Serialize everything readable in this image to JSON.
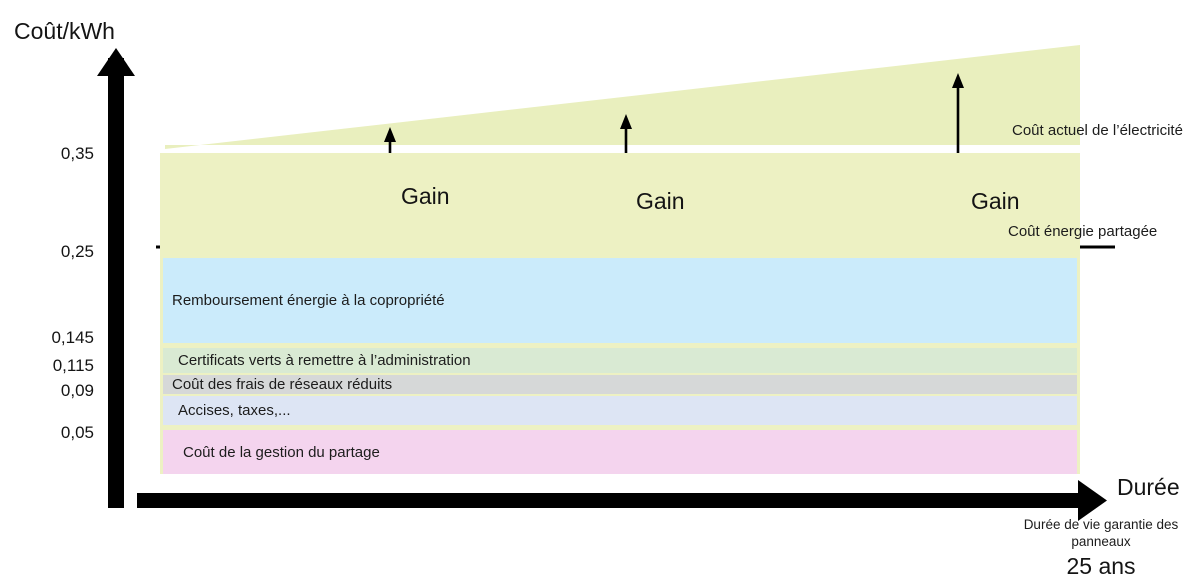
{
  "chart_data": {
    "type": "area",
    "title": "",
    "ylabel": "Coût/kWh",
    "xlabel": "Durée",
    "ylim": [
      0,
      0.42
    ],
    "grid": false,
    "legend_position": "right-inline",
    "tick_labels": [
      "0,35",
      "0,25",
      "0,145",
      "0,115",
      "0,09",
      "0,05"
    ],
    "tick_values": [
      0.35,
      0.25,
      0.145,
      0.115,
      0.09,
      0.05
    ],
    "x_axis_extent_label": "25 ans",
    "annotations": [
      "Coût actuel de l’électricité",
      "Coût énergie partagée",
      "Durée de vie garantie des panneaux"
    ],
    "series": [
      {
        "name": "Coût actuel de l’électricité",
        "type": "wedge",
        "color": "#e9efbe",
        "y_start": 0.355,
        "y_end": 0.42,
        "note": "Sloped band rising left to right above the shared-energy cost line"
      },
      {
        "name": "Coût énergie partagée",
        "type": "band",
        "color": "#edf1c3",
        "y_top": 0.35,
        "y_bottom": 0.25
      },
      {
        "name": "Remboursement énergie à la copropriété",
        "type": "band",
        "color": "#cbebfb",
        "y_top": 0.25,
        "y_bottom": 0.145
      },
      {
        "name": "Certificats verts à remettre à l’administration",
        "type": "band",
        "color": "#d9ead3",
        "y_top": 0.145,
        "y_bottom": 0.115
      },
      {
        "name": "Coût des frais de réseaux réduits",
        "type": "band",
        "color": "#d6d8d8",
        "y_top": 0.115,
        "y_bottom": 0.09
      },
      {
        "name": "Accises, taxes,...",
        "type": "band",
        "color": "#dde5f4",
        "y_top": 0.09,
        "y_bottom": 0.05
      },
      {
        "name": "Coût de la gestion du partage",
        "type": "band",
        "color": "#f4d4ee",
        "y_top": 0.05,
        "y_bottom": 0.0
      }
    ],
    "gain_markers": [
      {
        "label": "Gain",
        "x_fraction": 0.25
      },
      {
        "label": "Gain",
        "x_fraction": 0.51
      },
      {
        "label": "Gain",
        "x_fraction": 0.87
      }
    ]
  },
  "axes": {
    "y_title": "Coût/kWh",
    "x_title": "Durée"
  },
  "ticks": [
    {
      "label": "0,35"
    },
    {
      "label": "0,25"
    },
    {
      "label": "0,145"
    },
    {
      "label": "0,115"
    },
    {
      "label": "0,09"
    },
    {
      "label": "0,05"
    }
  ],
  "bands": [
    {
      "label": "Remboursement énergie à la copropriété",
      "color": "#cbebfb"
    },
    {
      "label": "Certificats verts à remettre à l’administration",
      "color": "#d9ead3"
    },
    {
      "label": "Coût des frais de réseaux réduits",
      "color": "#d6d8d8"
    },
    {
      "label": "Accises, taxes,...",
      "color": "#dde5f4"
    },
    {
      "label": "Coût de la gestion du partage",
      "color": "#f4d4ee"
    }
  ],
  "notes": {
    "current_cost": "Coût actuel de l’électricité",
    "shared_cost": "Coût énergie partagée",
    "panel_lifetime": "Durée de vie garantie des panneaux",
    "years": "25 ans"
  },
  "gains": [
    {
      "label": "Gain"
    },
    {
      "label": "Gain"
    },
    {
      "label": "Gain"
    }
  ],
  "colors": {
    "wedge": "#e9efbe",
    "shared_band": "#edf1c3",
    "axis": "#000000",
    "text": "#141414"
  }
}
